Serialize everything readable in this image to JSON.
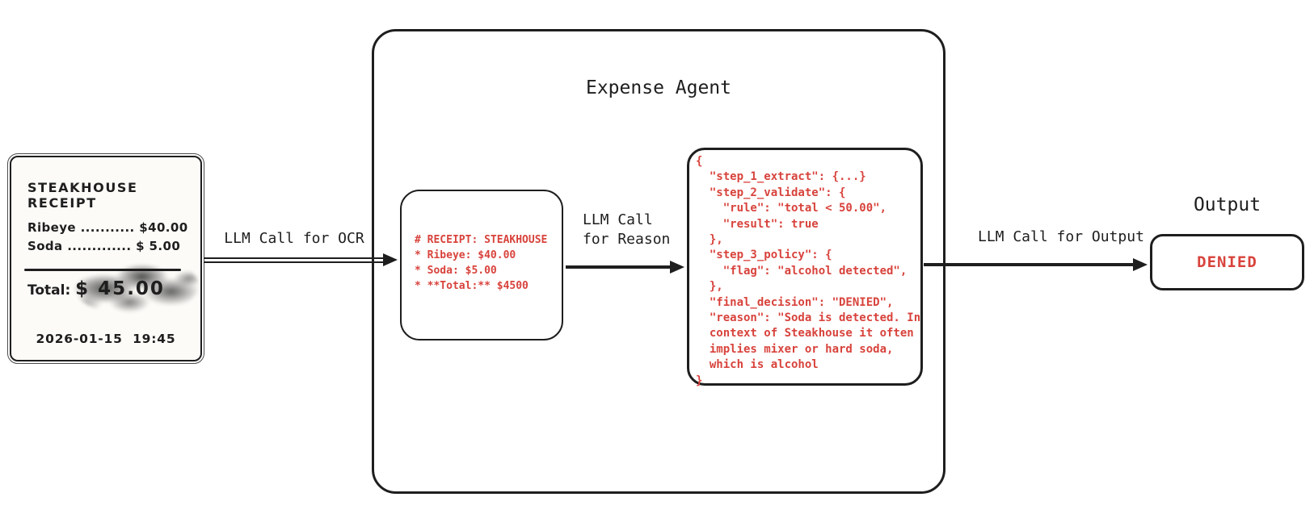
{
  "diagram": {
    "colors": {
      "stroke": "#1e1e1e",
      "code_red": "#d8433c"
    },
    "receipt": {
      "title": "STEAKHOUSE RECEIPT",
      "items": [
        "Ribeye ........... $40.00",
        "Soda ............. $ 5.00"
      ],
      "total_label": "Total:",
      "total_value": "$ 45.00",
      "datetime": "2026-01-15  19:45"
    },
    "arrows": {
      "ocr_label": "LLM Call for OCR",
      "reason_label": "LLM Call\nfor Reason",
      "output_label": "LLM Call for Output"
    },
    "agent": {
      "title": "Expense Agent",
      "ocr_result": "# RECEIPT: STEAKHOUSE\n* Ribeye: $40.00\n* Soda: $5.00\n* **Total:** $4500",
      "reasoning_json": "{\n  \"step_1_extract\": {...}\n  \"step_2_validate\": {\n    \"rule\": \"total < 50.00\",\n    \"result\": true\n  },\n  \"step_3_policy\": {\n    \"flag\": \"alcohol detected\",\n  },\n  \"final_decision\": \"DENIED\",\n  \"reason\": \"Soda is detected. In\n  context of Steakhouse it often\n  implies mixer or hard soda,\n  which is alcohol\n}"
    },
    "output": {
      "title": "Output",
      "value": "DENIED"
    }
  }
}
